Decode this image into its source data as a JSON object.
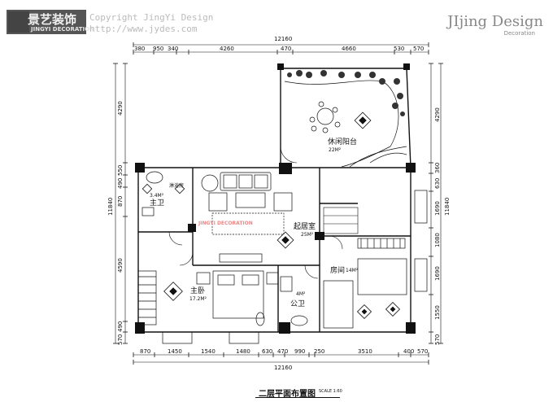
{
  "header": {
    "logo_cn": "景艺装饰",
    "logo_en": "JINGYI DECORATION",
    "copyright": "Copyright JingYi Design",
    "url": "http://www.jydes.com",
    "brand": "JIjing Design",
    "brand_sub": "Decoration"
  },
  "watermark": "JINGYI DECORATION",
  "drawing": {
    "title": "二层平面布置图",
    "scale": "SCALE 1:60",
    "top_total": "12160",
    "top_segments": [
      "380",
      "950",
      "340",
      "4260",
      "470",
      "4660",
      "530",
      "570"
    ],
    "bottom_total": "12160",
    "bottom_segments": [
      "870",
      "1450",
      "1540",
      "1480",
      "630",
      "470",
      "990",
      "250",
      "3510",
      "400",
      "570"
    ],
    "left_total": "11840",
    "left_segments": [
      "4290",
      "550",
      "490",
      "870",
      "4590",
      "490",
      "570"
    ],
    "right_segments": [
      "4290",
      "360",
      "630",
      "1690",
      "1080",
      "1690",
      "1550",
      "570"
    ],
    "right_total": "11840"
  },
  "rooms": {
    "balcony": {
      "name": "休闲阳台",
      "area": "22M²"
    },
    "living": {
      "name": "起居室",
      "area": "25M²"
    },
    "bedroom": {
      "name": "房间",
      "area": "14M²"
    },
    "master": {
      "name": "主卧",
      "area": "17.2M²"
    },
    "master_bath": {
      "name": "主卫",
      "area": "3.4M²"
    },
    "public_bath": {
      "name": "公卫",
      "area": "4M²"
    },
    "shower": {
      "name": "淋浴房"
    }
  }
}
